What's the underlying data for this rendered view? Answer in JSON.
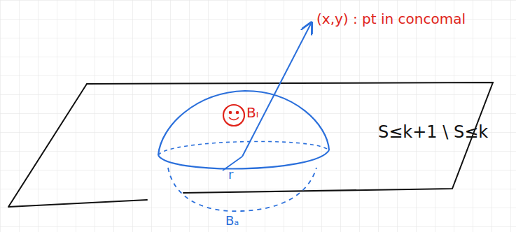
{
  "diagram": {
    "labels": [
      "(x,y) : pt in concomal",
      "Bₗ",
      "r",
      "S≤k+1 \\ S≤k",
      "Bₐ"
    ]
  }
}
